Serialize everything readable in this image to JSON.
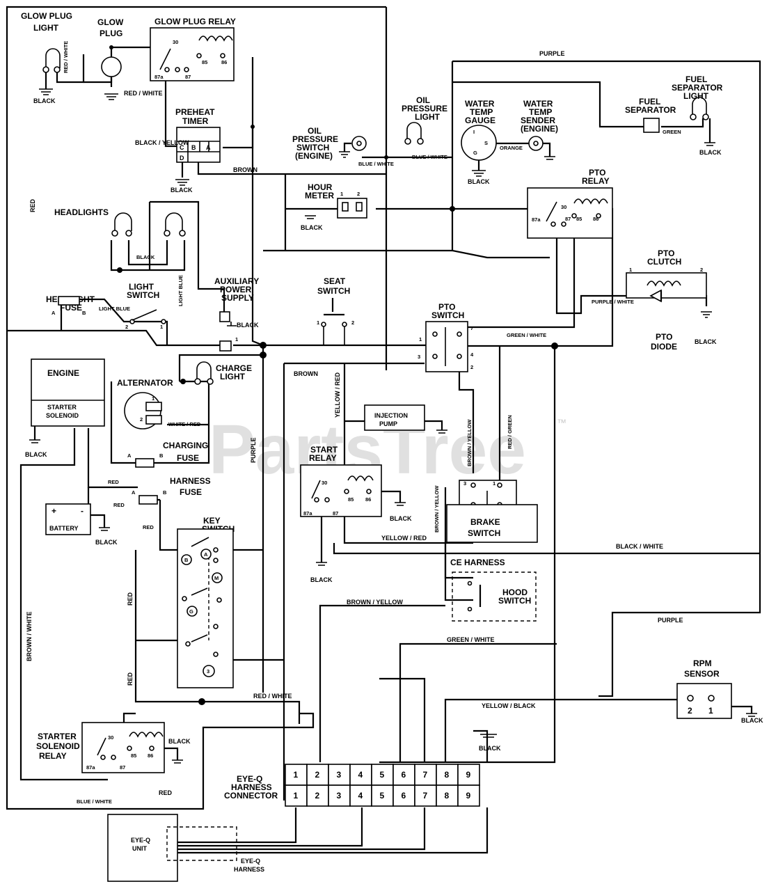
{
  "labels": {
    "glow_plug_light": [
      "GLOW PLUG",
      "LIGHT"
    ],
    "glow_plug": [
      "GLOW",
      "PLUG"
    ],
    "glow_plug_relay": "GLOW PLUG RELAY",
    "preheat_timer": [
      "PREHEAT",
      "TIMER"
    ],
    "oil_pressure_switch": [
      "OIL",
      "PRESSURE",
      "SWITCH",
      "(ENGINE)"
    ],
    "oil_pressure_light": [
      "OIL",
      "PRESSURE",
      "LIGHT"
    ],
    "water_temp_gauge": [
      "WATER",
      "TEMP",
      "GAUGE"
    ],
    "water_temp_sender": [
      "WATER",
      "TEMP",
      "SENDER",
      "(ENGINE)"
    ],
    "fuel_separator": [
      "FUEL",
      "SEPARATOR"
    ],
    "fuel_separator_light": [
      "FUEL",
      "SEPARATOR",
      "LIGHT"
    ],
    "headlights": "HEADLIGHTS",
    "hour_meter": [
      "HOUR",
      "METER"
    ],
    "pto_relay": [
      "PTO",
      "RELAY"
    ],
    "pto_clutch": [
      "PTO",
      "CLUTCH"
    ],
    "pto_diode": [
      "PTO",
      "DIODE"
    ],
    "headlight_fuse": [
      "HEADLIGHT",
      "FUSE"
    ],
    "light_switch": [
      "LIGHT",
      "SWITCH"
    ],
    "auxiliary_power_supply": [
      "AUXILIARY",
      "POWER",
      "SUPPLY"
    ],
    "seat_switch": [
      "SEAT",
      "SWITCH"
    ],
    "pto_switch": [
      "PTO",
      "SWITCH"
    ],
    "engine": "ENGINE",
    "starter_solenoid": [
      "STARTER",
      "SOLENOID"
    ],
    "alternator": "ALTERNATOR",
    "charge_light": [
      "CHARGE",
      "LIGHT"
    ],
    "charging_fuse": [
      "CHARGING",
      "FUSE"
    ],
    "harness_fuse": [
      "HARNESS",
      "FUSE"
    ],
    "battery": "BATTERY",
    "key_switch": [
      "KEY",
      "SWITCH"
    ],
    "injection_pump": [
      "INJECTION",
      "PUMP"
    ],
    "start_relay": [
      "START",
      "RELAY"
    ],
    "brake_switch": [
      "BRAKE",
      "SWITCH"
    ],
    "ce_harness": "CE HARNESS",
    "hood_switch": [
      "HOOD",
      "SWITCH"
    ],
    "rpm_sensor": [
      "RPM",
      "SENSOR"
    ],
    "starter_solenoid_relay": [
      "STARTER",
      "SOLENOID",
      "RELAY"
    ],
    "eye_q_harness_connector": [
      "EYE-Q",
      "HARNESS",
      "CONNECTOR"
    ],
    "eye_q_unit": [
      "EYE-Q",
      "UNIT"
    ],
    "eye_q_harness": [
      "EYE-Q",
      "HARNESS"
    ]
  },
  "wires": {
    "black": "BLACK",
    "red": "RED",
    "red_white": "RED / WHITE",
    "purple": "PURPLE",
    "brown": "BROWN",
    "green": "GREEN",
    "orange": "ORANGE",
    "blue_white": "BLUE / WHITE",
    "black_yellow": "BLACK / YELLOW",
    "light_blue": "LIGHT BLUE",
    "purple_white": "PURPLE / WHITE",
    "green_white": "GREEN / WHITE",
    "white_red": "WHITE / RED",
    "yellow_red": "YELLOW / RED",
    "brown_yellow": "BROWN / YELLOW",
    "red_green": "RED / GREEN",
    "black_white": "BLACK / WHITE",
    "brown_white": "BROWN / WHITE",
    "yellow_black": "YELLOW / BLACK"
  },
  "terminals": {
    "relay": [
      "30",
      "87a",
      "87",
      "85",
      "86"
    ],
    "timer": [
      "C",
      "B",
      "A",
      "D"
    ],
    "gauge": [
      "I",
      "S",
      "G"
    ],
    "pin_1": "1",
    "pin_2": "2",
    "pin_3": "3",
    "pin_4": "4",
    "pin_7": "7",
    "fuse_a": "A",
    "fuse_b": "B",
    "key": [
      "B",
      "A",
      "M",
      "G",
      "S"
    ],
    "plus": "+",
    "minus": "-"
  },
  "connector_pins": [
    "1",
    "2",
    "3",
    "4",
    "5",
    "6",
    "7",
    "8",
    "9"
  ],
  "watermark": "PartsTree",
  "trademark": "™"
}
